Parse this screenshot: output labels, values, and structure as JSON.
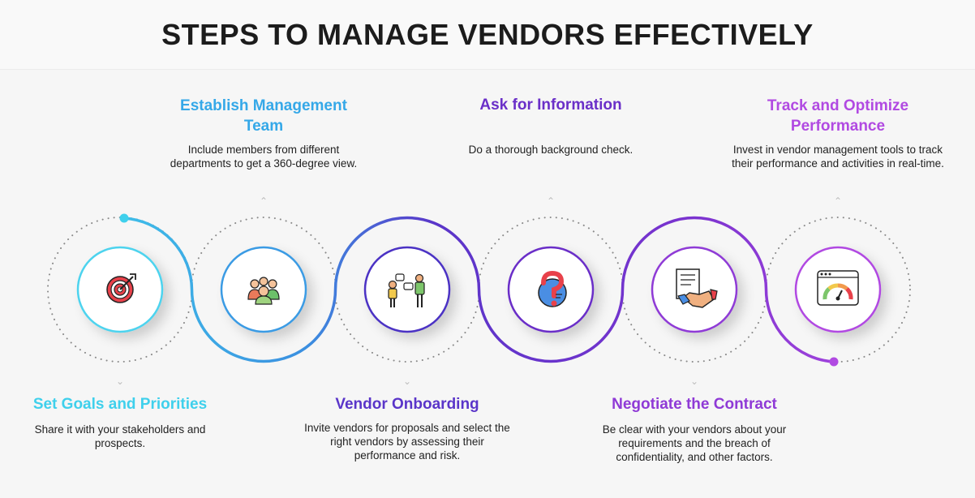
{
  "title": "STEPS TO MANAGE VENDORS EFFECTIVELY",
  "colors": {
    "step1": "#3fd0ec",
    "step2": "#35a8e8",
    "step3": "#5a35c9",
    "step4": "#6a2fc8",
    "step5": "#8f3ad6",
    "step6": "#b14ae2",
    "dots": "#8a8a8a"
  },
  "steps": [
    {
      "heading": "Set Goals and Priorities",
      "description": "Share it with your stakeholders and prospects.",
      "icon": "target-icon"
    },
    {
      "heading": "Establish Management Team",
      "description": "Include members from different departments to get a 360-degree view.",
      "icon": "team-icon"
    },
    {
      "heading": "Vendor Onboarding",
      "description": "Invite vendors for proposals and select the right vendors by assessing their performance and risk.",
      "icon": "meeting-icon"
    },
    {
      "heading": "Ask for Information",
      "description": "Do a  thorough background check.",
      "icon": "question-icon"
    },
    {
      "heading": "Negotiate the Contract",
      "description": "Be clear with your vendors about your requirements and the breach of confidentiality, and other factors.",
      "icon": "contract-handshake-icon"
    },
    {
      "heading": "Track and Optimize Performance",
      "description": "Invest in vendor management tools to track their performance and activities in real-time.",
      "icon": "performance-gauge-icon"
    }
  ]
}
